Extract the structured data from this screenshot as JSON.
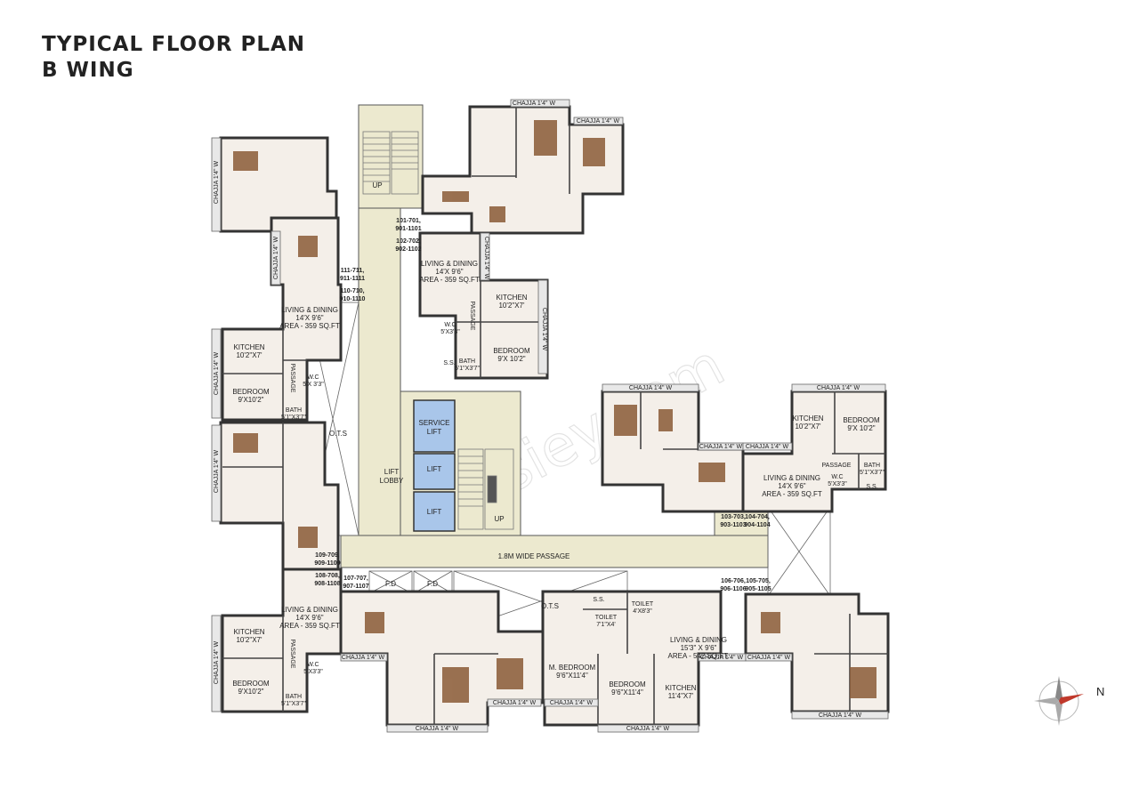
{
  "title": {
    "line1": "TYPICAL FLOOR PLAN",
    "line2": "B WING"
  },
  "watermark": "Housiey.com",
  "colors": {
    "wall": "#333333",
    "circulation": "#ece9cf",
    "lift": "#a9c6ea",
    "floor": "#f4efe9",
    "wood": "#8a5a36"
  },
  "compass": {
    "label": "N"
  },
  "common": {
    "up1": "UP",
    "up2": "UP",
    "service_lift": [
      "SERVICE",
      "LIFT"
    ],
    "lift1": "LIFT",
    "lift2": "LIFT",
    "lift_lobby": [
      "LIFT",
      "LOBBY"
    ],
    "ots1": "O.T.S",
    "ots2": "O.T.S",
    "passage": "1.8M WIDE PASSAGE",
    "fd1": "F.D",
    "fd2": "F.D"
  },
  "unit_numbers": {
    "u101": [
      "101-701,",
      "901-1101"
    ],
    "u102": [
      "102-702,",
      "902-1102"
    ],
    "u111": [
      "111-711,",
      "911-1111"
    ],
    "u110": [
      "110-710,",
      "910-1110"
    ],
    "u109": [
      "109-709,",
      "909-1109"
    ],
    "u108": [
      "108-708,",
      "908-1108"
    ],
    "u107": [
      "107-707,",
      "907-1107"
    ],
    "u103": [
      "103-703,",
      "903-1103"
    ],
    "u104": [
      "104-704,",
      "904-1104"
    ],
    "u106": [
      "106-706,",
      "906-1106"
    ],
    "u105": [
      "105-705,",
      "905-1105"
    ]
  },
  "rooms": {
    "living_a": [
      "LIVING & DINING",
      "14'X 9'6\"",
      "AREA - 359 SQ.FT"
    ],
    "living_b": [
      "LIVING & DINING",
      "14'X 9'6\"",
      "AREA - 359 SQ.FT"
    ],
    "living_c": [
      "LIVING & DINING",
      "14'X 9'6\"",
      "AREA - 359 SQ.FT"
    ],
    "living_d": [
      "LIVING & DINING",
      "14'X 9'6\"",
      "AREA - 359 SQ.FT"
    ],
    "living_e": [
      "LIVING & DINING",
      "15'3\" X 9'6\"",
      "AREA - 542 SQ.FT."
    ],
    "kitchen_a": [
      "KITCHEN",
      "10'2\"X7'"
    ],
    "kitchen_b": [
      "KITCHEN",
      "10'2\"X7'"
    ],
    "kitchen_c": [
      "KITCHEN",
      "10'2\"X7'"
    ],
    "kitchen_d": [
      "KITCHEN",
      "10'2\"X7'"
    ],
    "kitchen_e": [
      "KITCHEN",
      "11'4\"X7'"
    ],
    "bedroom_a": [
      "BEDROOM",
      "9'X 10'2\""
    ],
    "bedroom_b": [
      "BEDROOM",
      "9'X10'2\""
    ],
    "bedroom_c": [
      "BEDROOM",
      "9'X 10'2\""
    ],
    "bedroom_d": [
      "BEDROOM",
      "9'X10'2\""
    ],
    "bedroom_e": [
      "BEDROOM",
      "9'6\"X11'4\""
    ],
    "mbedroom": [
      "M. BEDROOM",
      "9'6\"X11'4\""
    ],
    "wc_a": [
      "W.C",
      "5'X3'3\""
    ],
    "wc_b": [
      "W.C",
      "5'X 3'3\""
    ],
    "wc_c": [
      "W.C",
      "5'X3'3\""
    ],
    "wc_d": [
      "W.C",
      "5'X3'3\""
    ],
    "bath_a": [
      "BATH",
      "5'1\"X3'7\""
    ],
    "bath_b": [
      "BATH",
      "5'1\"X3'7\""
    ],
    "bath_c": [
      "BATH",
      "5'1\"X3'7\""
    ],
    "bath_d": [
      "BATH",
      "5'1\"X3'7\""
    ],
    "toilet_a": [
      "TOILET",
      "4'X8'3\""
    ],
    "toilet_b": [
      "TOILET",
      "7'1\"X4'"
    ],
    "passage": "PASSAGE",
    "ss": "S.S."
  },
  "chajja": "CHAJJA 1'4\" W"
}
